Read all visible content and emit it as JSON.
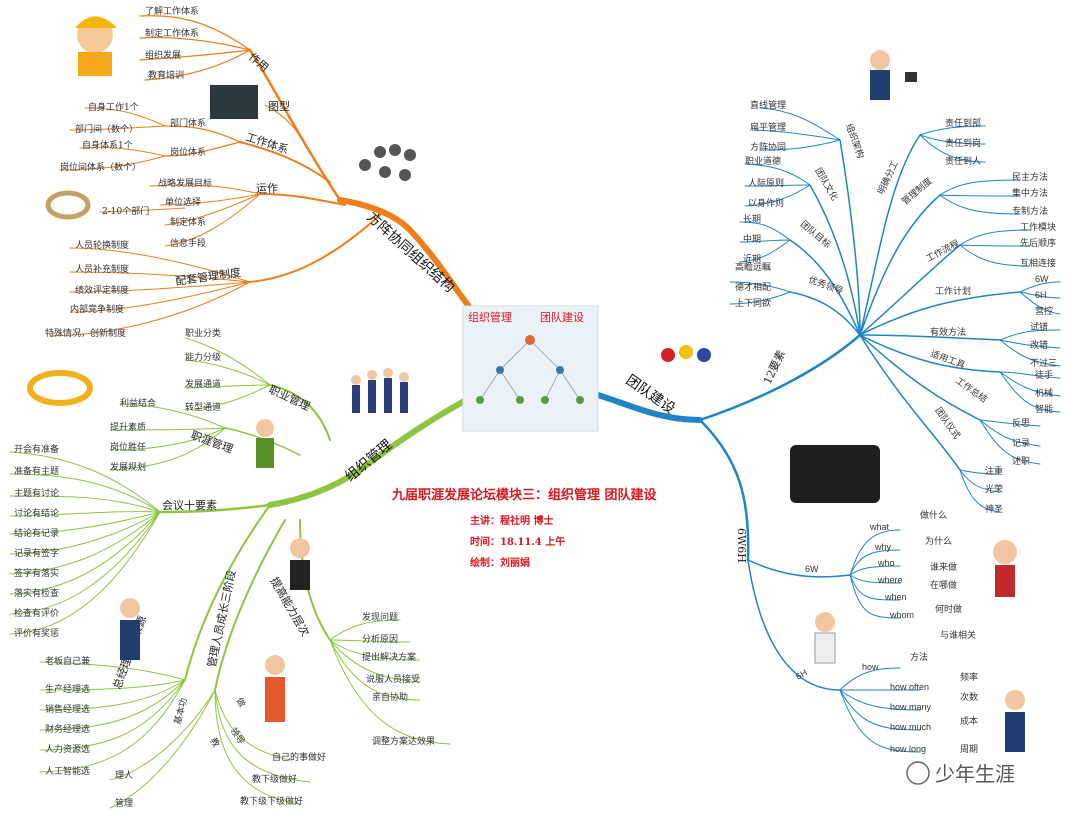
{
  "center": {
    "labels": [
      "组织管理",
      "团队建设"
    ]
  },
  "title": "九届职涯发展论坛模块三：组织管理 团队建设",
  "info": [
    "主讲：程社明 博士",
    "时间：18.11.4 上午",
    "绘制：刘丽娟"
  ],
  "watermark": "少年生涯",
  "colors": {
    "orange": "#ef7d1a",
    "green": "#8cc63f",
    "blue": "#1f84c6",
    "red": "#d71920"
  },
  "main_branches": [
    "方阵协同组织结构",
    "组织管理",
    "团队建设"
  ],
  "orange": {
    "zuoyong": {
      "label": "作用",
      "items": [
        "了解工作体系",
        "制定工作体系",
        "组织发展",
        "教育培训"
      ]
    },
    "tuxing": "图型",
    "gongzuo": {
      "label": "工作体系",
      "bumen": {
        "label": "部门体系",
        "items": [
          "自身工作1个",
          "部门间（数个）"
        ]
      },
      "gangwei": {
        "label": "岗位体系",
        "items": [
          "自身体系1个",
          "岗位间体系（数个）"
        ]
      }
    },
    "yunzuo": {
      "label": "运作",
      "items": [
        "战略发展目标",
        "单位选择",
        "制定体系",
        "信息手段"
      ],
      "extra": "2-10个部门"
    },
    "peitao": {
      "label": "配套管理制度",
      "items": [
        "人员轮换制度",
        "人员补充制度",
        "绩效评定制度",
        "内部竞争制度",
        "特殊情况，创新制度"
      ]
    }
  },
  "green": {
    "zhiye": {
      "label": "职业管理",
      "items": [
        "职业分类",
        "能力分级",
        "发展通道",
        "转型通道"
      ]
    },
    "zhiya": {
      "label": "职涯管理",
      "items": [
        "利益结合",
        "提升素质",
        "岗位胜任",
        "发展规划"
      ]
    },
    "huiyi": {
      "label": "会议十要素",
      "items": [
        "开会有准备",
        "准备有主题",
        "主题有讨论",
        "讨论有结论",
        "结论有记录",
        "记录有签字",
        "签字有落实",
        "落实有检查",
        "检查有评价",
        "评价有奖惩"
      ]
    },
    "zongjingli": {
      "label": "总经理人选来源",
      "items": [
        "老板自己兼",
        "生产经理选",
        "销售经理选",
        "财务经理选",
        "人力资源选",
        "人工智能选"
      ]
    },
    "guanli": {
      "label": "管理人员成长三阶段",
      "jiben": {
        "label": "基本功",
        "items": [
          "理人",
          "管理"
        ]
      },
      "jing": "做",
      "jiaoy": "教",
      "lingdao": "领导",
      "items": [
        "自己的事做好",
        "教下级做好",
        "教下级下级做好"
      ]
    },
    "tigao": {
      "label": "提高能力层次",
      "items": [
        "发现问题",
        "分析原因",
        "提出解决方案",
        "说服人员接受",
        "亲自协助",
        "调整方案达效果"
      ]
    }
  },
  "blue": {
    "yaosu": "12要素",
    "zuzhi": {
      "label": "组织架构",
      "items": [
        "直线管理",
        "扁平管理",
        "方阵协同"
      ]
    },
    "mingque": {
      "label": "明确分工",
      "items": [
        "责任到部",
        "责任到岗",
        "责任到人"
      ]
    },
    "wenhua": {
      "label": "团队文化",
      "items": [
        "职业道德",
        "人际原则",
        "以身作则"
      ]
    },
    "zhidu": {
      "label": "管理制度",
      "items": [
        "民主方法",
        "集中方法",
        "专制方法"
      ]
    },
    "mubiao": {
      "label": "团队目标",
      "items": [
        "长期",
        "中期",
        "近期"
      ]
    },
    "liucheng": {
      "label": "工作流程",
      "items": [
        "工作模块",
        "先后顺序",
        "互相连接"
      ]
    },
    "youxiu": {
      "label": "优秀领导",
      "items": [
        "高瞻远瞩",
        "德才相配",
        "上下同欲"
      ]
    },
    "jihua": {
      "label": "工作计划",
      "items": [
        "6W",
        "6H",
        "营控"
      ]
    },
    "youxiao": {
      "label": "有效方法",
      "items": [
        "试错",
        "改错",
        "不过三"
      ]
    },
    "gongju": {
      "label": "适用工具",
      "items": [
        "徒手",
        "机械",
        "智能"
      ]
    },
    "zongjie": {
      "label": "工作总结",
      "items": [
        "反思",
        "记录",
        "述职"
      ]
    },
    "yishi": {
      "label": "团队仪式",
      "items": [
        "注重",
        "光荣",
        "神圣"
      ]
    },
    "six": "6W6H",
    "w6": {
      "label": "6W",
      "items": [
        "what",
        "why",
        "who",
        "where",
        "when",
        "whom"
      ],
      "notes": [
        "做什么",
        "为什么",
        "谁来做",
        "在哪做",
        "何时做",
        "与谁相关"
      ]
    },
    "h6": {
      "label": "6H",
      "items": [
        "how",
        "how often",
        "how many",
        "how much",
        "how long"
      ],
      "notes": [
        "方法",
        "频率",
        "次数",
        "成本",
        "周期"
      ]
    }
  }
}
